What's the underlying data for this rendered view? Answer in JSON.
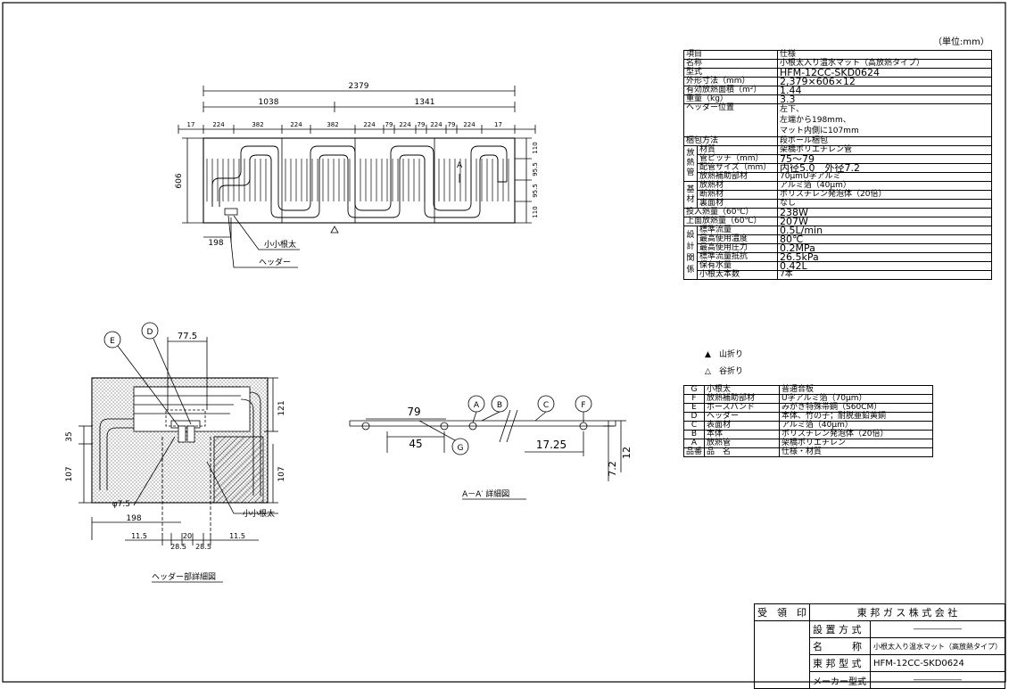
{
  "unit": "（単位:mm）",
  "dims": {
    "total": "2379",
    "left": "1038",
    "right": "1341",
    "segs": [
      "17",
      "224",
      "382",
      "224",
      "382",
      "224",
      "79",
      "224",
      "79",
      "224",
      "79",
      "224",
      "17"
    ],
    "height": "606",
    "side_a": "110",
    "side_b": "95.5",
    "side_c": "95.5",
    "side_d": "110",
    "header_off": "198",
    "section_mark": "A"
  },
  "labels": {
    "kokonebuto": "小小根太",
    "header": "ヘッダー",
    "header_detail_title": "ヘッダー部詳細図",
    "aa_title": "A－A′ 詳細図"
  },
  "header_detail": {
    "d_top": "77.5",
    "d_121": "121",
    "d_35": "35",
    "d_107a": "107",
    "d_107b": "107",
    "phi": "φ7.5",
    "d_198": "198",
    "d_20": "20",
    "d_115a": "11.5",
    "d_285a": "28.5",
    "d_285b": "28.5",
    "d_115b": "11.5",
    "callout_e": "E",
    "callout_d": "D"
  },
  "aa_detail": {
    "d_79": "79",
    "d_45": "45",
    "d_1725": "17.25",
    "d_72": "7.2",
    "d_12": "12",
    "callouts": [
      "A",
      "B",
      "C",
      "F",
      "G"
    ]
  },
  "spec_rows": [
    {
      "label": "項目",
      "value": "仕様"
    },
    {
      "label": "名称",
      "value": "小根太入り温水マット（高放熱タイプ）"
    },
    {
      "label": "型式",
      "value": "HFM-12CC-SKD0624"
    },
    {
      "label": "外形寸法（mm）",
      "value": "2,379×606×12"
    },
    {
      "label": "有効放熱面積（m²）",
      "value": "1.44"
    },
    {
      "label": "重量（kg）",
      "value": "3.3"
    },
    {
      "label": "ヘッダー位置",
      "value": "左下、",
      "value2": "左端から198mm、",
      "value3": "マット内側に107mm"
    },
    {
      "label": "梱包方法",
      "value": "段ボール梱包"
    }
  ],
  "spec_houne": {
    "group": "放熱管",
    "rows": [
      {
        "label": "材質",
        "value": "架橋ポリエチレン管"
      },
      {
        "label": "管ピッチ（mm）",
        "value": "75～79"
      },
      {
        "label": "配管サイズ（mm）",
        "value": "内径5.0　外径7.2"
      },
      {
        "label": "放熱補助部材",
        "value": "70μmU字アルミ"
      }
    ]
  },
  "spec_kizai": {
    "group": "基材",
    "rows": [
      {
        "label": "放熱材",
        "value": "アルミ箔（40μm）"
      },
      {
        "label": "断熱材",
        "value": "ポリスチレン発泡体（20倍）"
      },
      {
        "label": "裏面材",
        "value": "なし"
      }
    ]
  },
  "spec_heat": [
    {
      "label": "投入熱量（60℃）",
      "value": "238W"
    },
    {
      "label": "上面放熱量（60℃）",
      "value": "207W"
    }
  ],
  "spec_design": {
    "group": "設計関係",
    "rows": [
      {
        "label": "標準流量",
        "value": "0.5L/min"
      },
      {
        "label": "最高使用温度",
        "value": "80℃"
      },
      {
        "label": "最高使用圧力",
        "value": "0.2MPa"
      },
      {
        "label": "標準流量抵抗",
        "value": "26.5kPa"
      },
      {
        "label": "保有水量",
        "value": "0.42L"
      },
      {
        "label": "小根太本数",
        "value": "7本"
      }
    ]
  },
  "fold_legend": [
    {
      "symbol": "▲",
      "text": "山折り"
    },
    {
      "symbol": "△",
      "text": "谷折り"
    }
  ],
  "parts": [
    {
      "no": "G",
      "name": "小根太",
      "material": "普通合板"
    },
    {
      "no": "F",
      "name": "放熱補助部材",
      "material": "U字アルミ箔（70μm）"
    },
    {
      "no": "E",
      "name": "ホースバンド",
      "material": "みがき特殊帯鋼（S60CM）"
    },
    {
      "no": "D",
      "name": "ヘッダー",
      "material": "本体、竹の子；耐脱亜鉛黄銅"
    },
    {
      "no": "C",
      "name": "表面材",
      "material": "アルミ箔（40μm）"
    },
    {
      "no": "B",
      "name": "本体",
      "material": "ポリスチレン発泡体（20倍）"
    },
    {
      "no": "A",
      "name": "放熱管",
      "material": "架橋ポリエチレン"
    }
  ],
  "parts_header": {
    "no": "品番",
    "name": "品　名",
    "material": "仕様・材質"
  },
  "title_block": {
    "stamp": "受　領　印",
    "company": "東 邦 ガ ス 株 式 会 社",
    "rows": [
      {
        "label": "設 置 方 式",
        "value": "――――――"
      },
      {
        "label": "名　　　称",
        "value": "小根太入り温水マット（高放熱タイプ）"
      },
      {
        "label": "東 邦 型 式",
        "value": "HFM-12CC-SKD0624"
      },
      {
        "label": "メーカー型式",
        "value": "――――――"
      }
    ]
  }
}
